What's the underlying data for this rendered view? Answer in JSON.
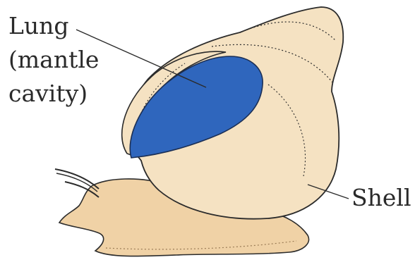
{
  "labels": {
    "lung_line1": "Lung",
    "lung_line2": "(mantle",
    "lung_line3": "cavity)",
    "shell": "Shell"
  },
  "colors": {
    "shell_fill": "#f5e2c2",
    "body_fill": "#f0d2a6",
    "lung_fill": "#2f66bd",
    "outline": "#2b2b2b"
  }
}
